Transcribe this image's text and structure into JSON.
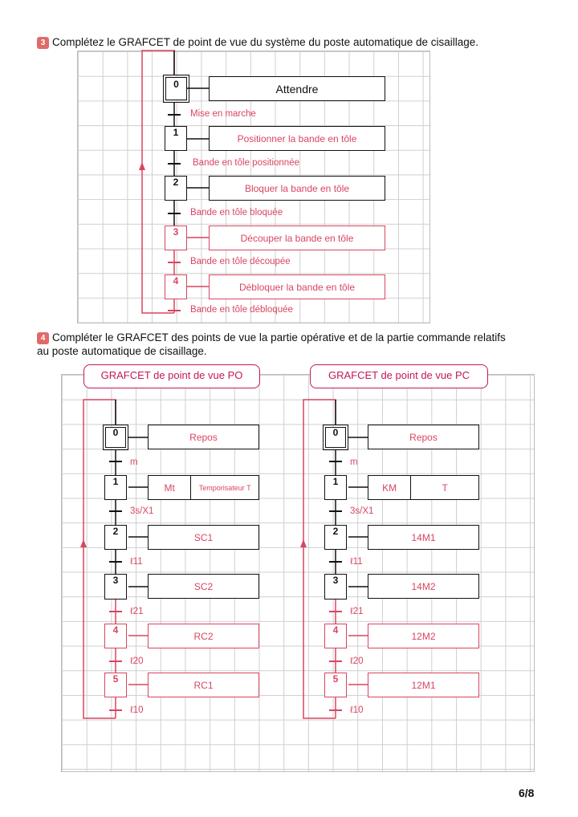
{
  "q3": {
    "number": "3",
    "text": "Complétez le GRAFCET de point de vue du système du poste automatique de cisaillage.",
    "steps": [
      {
        "id": "0",
        "action": "Attendre"
      },
      {
        "id": "1",
        "action": "Positionner la bande en tôle"
      },
      {
        "id": "2",
        "action": "Bloquer la bande en tôle"
      },
      {
        "id": "3",
        "action": "Découper la bande en tôle"
      },
      {
        "id": "4",
        "action": "Débloquer la bande en tôle"
      }
    ],
    "transitions": [
      "Mise en marche",
      "Bande en tôle positionnée",
      "Bande en tôle bloquée",
      "Bande en tôle découpée",
      "Bande en tôle débloquée"
    ]
  },
  "q4": {
    "number": "4",
    "text_line1": "Compléter le GRAFCET des points de vue la partie opérative et de la partie commande relatifs",
    "text_line2": "au poste automatique de cisaillage.",
    "po": {
      "title": "GRAFCET de point de vue PO",
      "steps": [
        {
          "id": "0",
          "actions": [
            "Repos"
          ]
        },
        {
          "id": "1",
          "actions": [
            "Mt",
            "Temporisateur T"
          ]
        },
        {
          "id": "2",
          "actions": [
            "SC1"
          ]
        },
        {
          "id": "3",
          "actions": [
            "SC2"
          ]
        },
        {
          "id": "4",
          "actions": [
            "RC2"
          ]
        },
        {
          "id": "5",
          "actions": [
            "RC1"
          ]
        }
      ],
      "transitions": [
        "m",
        "3s/X1",
        "ℓ11",
        "ℓ21",
        "ℓ20",
        "ℓ10"
      ]
    },
    "pc": {
      "title": "GRAFCET de point de vue PC",
      "steps": [
        {
          "id": "0",
          "actions": [
            "Repos"
          ]
        },
        {
          "id": "1",
          "actions": [
            "KM",
            "T"
          ]
        },
        {
          "id": "2",
          "actions": [
            "14M1"
          ]
        },
        {
          "id": "3",
          "actions": [
            "14M2"
          ]
        },
        {
          "id": "4",
          "actions": [
            "12M2"
          ]
        },
        {
          "id": "5",
          "actions": [
            "12M1"
          ]
        }
      ],
      "transitions": [
        "m",
        "3s/X1",
        "ℓ11",
        "ℓ21",
        "ℓ20",
        "ℓ10"
      ]
    }
  },
  "page_number": "6/8",
  "colors": {
    "answer": "#d9455f",
    "header": "#c2185b",
    "ink": "#111111",
    "grid": "#cfcfcf",
    "badge": "#e06a6a"
  }
}
